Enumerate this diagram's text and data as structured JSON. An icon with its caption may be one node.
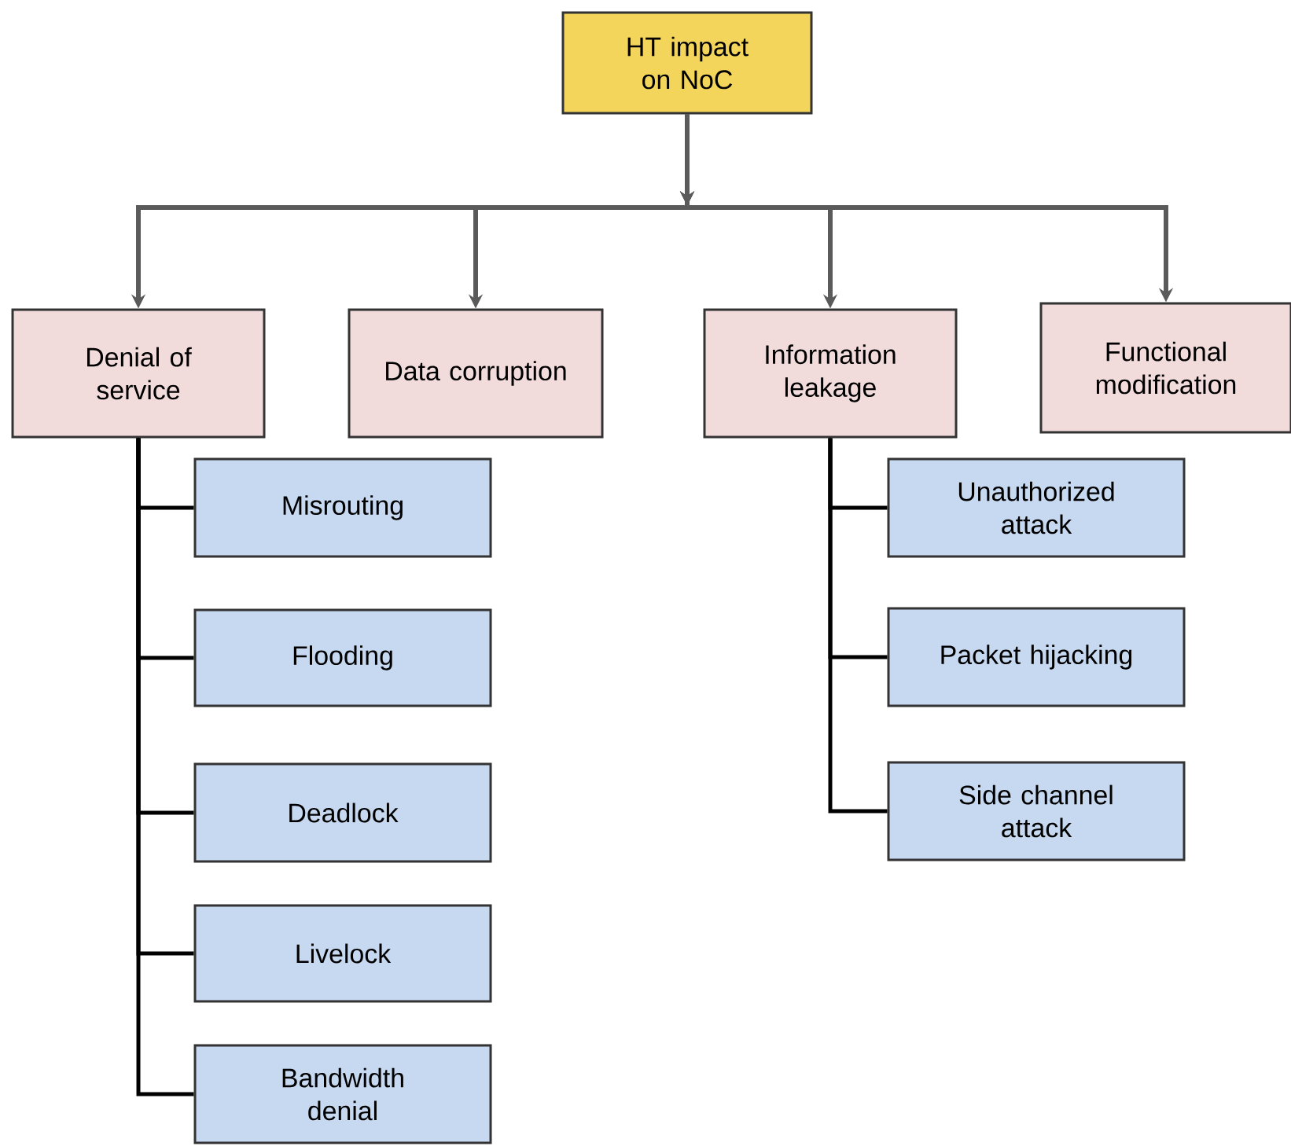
{
  "diagram": {
    "nodes": [
      {
        "text": [
          "HT impact on NoC"
        ]
      },
      {
        "text": [
          "Denial of service"
        ]
      },
      {
        "text": [
          "Data corruption"
        ]
      },
      {
        "text": [
          "Information leakage"
        ]
      },
      {
        "text": [
          "Functional modification"
        ]
      },
      {
        "text": [
          "Misrouting"
        ]
      },
      {
        "text": [
          "Flooding"
        ]
      },
      {
        "text": [
          "Deadlock"
        ]
      },
      {
        "text": [
          "Livelock"
        ]
      },
      {
        "text": [
          "Bandwidth denial"
        ]
      },
      {
        "text": [
          "Unauthorized attack"
        ]
      },
      {
        "text": [
          "Packet hijacking"
        ]
      },
      {
        "text": [
          "Side channel attack"
        ]
      }
    ],
    "edges": [
      {
        "from": 0,
        "to": 1,
        "arrow": "to",
        "color": "#5a5a5a"
      },
      {
        "from": 0,
        "to": 2,
        "arrow": "to",
        "color": "#5a5a5a"
      },
      {
        "from": 0,
        "to": 3,
        "arrow": "to",
        "color": "#5a5a5a"
      },
      {
        "from": 0,
        "to": 4,
        "arrow": "to",
        "color": "#5a5a5a"
      },
      {
        "from": 1,
        "to": 5,
        "arrow": "none"
      },
      {
        "from": 1,
        "to": 6,
        "arrow": "none"
      },
      {
        "from": 1,
        "to": 7,
        "arrow": "none"
      },
      {
        "from": 1,
        "to": 8,
        "arrow": "none"
      },
      {
        "from": 1,
        "to": 9,
        "arrow": "none"
      },
      {
        "from": 3,
        "to": 10,
        "arrow": "none"
      },
      {
        "from": 3,
        "to": 11,
        "arrow": "none"
      },
      {
        "from": 3,
        "to": 12,
        "arrow": "none"
      }
    ]
  }
}
